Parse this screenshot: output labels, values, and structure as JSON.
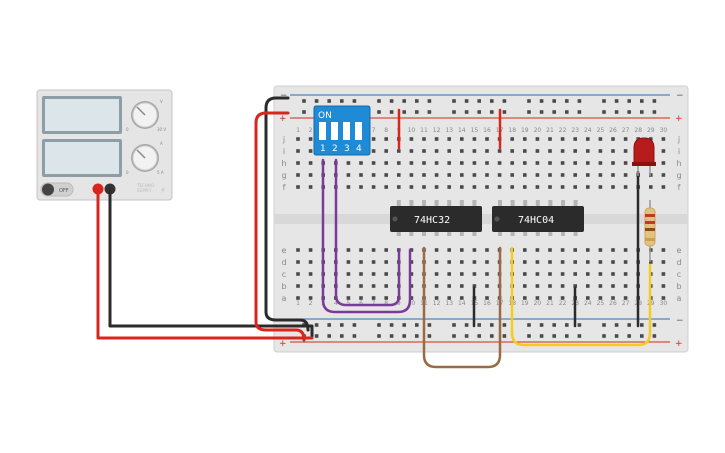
{
  "power_supply": {
    "switch_label": "OFF",
    "brand_line1": "TECHNO",
    "brand_line2": "SUPPLY",
    "knob1_min": "0",
    "knob1_max": "30 V",
    "knob1_top": "V",
    "knob2_min": "0",
    "knob2_max": "5 A",
    "knob2_top": "A"
  },
  "breadboard": {
    "row_letters_top": [
      "j",
      "i",
      "h",
      "g",
      "f"
    ],
    "row_letters_bottom": [
      "e",
      "d",
      "c",
      "b",
      "a"
    ],
    "column_numbers": [
      "1",
      "2",
      "3",
      "4",
      "5",
      "6",
      "7",
      "8",
      "9",
      "10",
      "11",
      "12",
      "13",
      "14",
      "15",
      "16",
      "17",
      "18",
      "19",
      "20",
      "21",
      "22",
      "23",
      "24",
      "25",
      "26",
      "27",
      "28",
      "29",
      "30"
    ],
    "rail_plus": "+",
    "rail_minus": "−"
  },
  "dip_switch": {
    "on_label": "ON",
    "numbers": [
      "1",
      "2",
      "3",
      "4"
    ]
  },
  "chips": {
    "chip1": "74HC32",
    "chip2": "74HC04"
  },
  "colors": {
    "wire_red": "#d7261e",
    "wire_black": "#2b2b2b",
    "wire_purple": "#7a3a9a",
    "wire_brown": "#9a6a45",
    "wire_yellow": "#f2cc1f",
    "dip_blue": "#1f8ad6",
    "led_red": "#b71c1c",
    "breadboard": "#e6e6e6"
  }
}
